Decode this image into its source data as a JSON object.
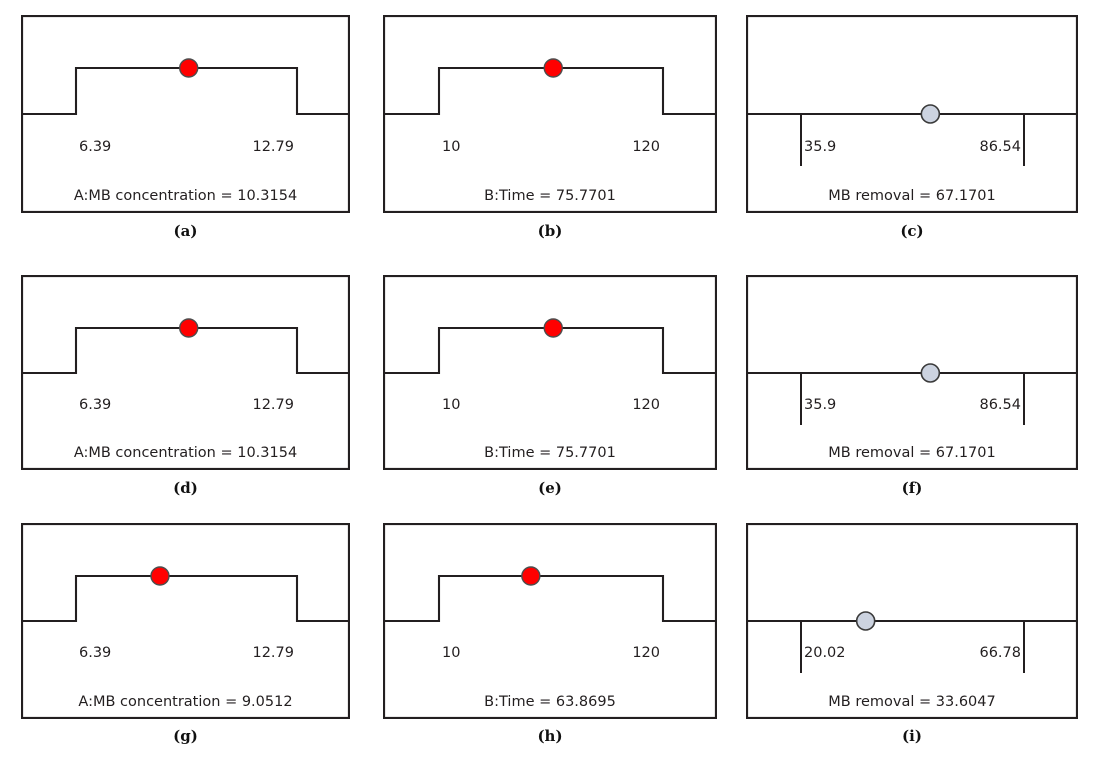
{
  "figure": {
    "title": "Desirability ramp plots for optimization of MB removal",
    "rows": 3,
    "cols": 3,
    "accent_red": "#ff0000",
    "accent_gray": "#ccd3e0",
    "line_color": "#231f20",
    "panel_border": "#231f20"
  },
  "captions": {
    "a": "(a)",
    "b": "(b)",
    "c": "(c)",
    "d": "(d)",
    "e": "(e)",
    "f": "(f)",
    "g": "(g)",
    "h": "(h)",
    "i": "(i)"
  },
  "panels": {
    "a": {
      "id": "a",
      "kind": "ramp-step",
      "marker": "red-dot",
      "marker_pos": 0.51,
      "low_label": "6.39",
      "high_label": "12.79",
      "main_label": "A:MB concentration  = 10.3154",
      "variable": "A:MB concentration",
      "value": "10.3154",
      "min": "6.39",
      "max": "12.79"
    },
    "b": {
      "id": "b",
      "kind": "ramp-step",
      "marker": "red-dot",
      "marker_pos": 0.51,
      "low_label": "10",
      "high_label": "120",
      "main_label": "B:Time = 75.7701",
      "variable": "B:Time",
      "value": "75.7701",
      "min": "10",
      "max": "120"
    },
    "c": {
      "id": "c",
      "kind": "response-flat",
      "marker": "gray-dot",
      "marker_pos": 0.58,
      "low_label": "35.9",
      "high_label": "86.54",
      "main_label": "MB removal = 67.1701",
      "variable": "MB removal",
      "value": "67.1701",
      "min": "35.9",
      "max": "86.54"
    },
    "d": {
      "id": "d",
      "kind": "ramp-step",
      "marker": "red-dot",
      "marker_pos": 0.51,
      "low_label": "6.39",
      "high_label": "12.79",
      "main_label": "A:MB concentration  = 10.3154",
      "variable": "A:MB concentration",
      "value": "10.3154",
      "min": "6.39",
      "max": "12.79"
    },
    "e": {
      "id": "e",
      "kind": "ramp-step",
      "marker": "red-dot",
      "marker_pos": 0.51,
      "low_label": "10",
      "high_label": "120",
      "main_label": "B:Time = 75.7701",
      "variable": "B:Time",
      "value": "75.7701",
      "min": "10",
      "max": "120"
    },
    "f": {
      "id": "f",
      "kind": "response-flat",
      "marker": "gray-dot",
      "marker_pos": 0.58,
      "low_label": "35.9",
      "high_label": "86.54",
      "main_label": "MB removal = 67.1701",
      "variable": "MB removal",
      "value": "67.1701",
      "min": "35.9",
      "max": "86.54"
    },
    "g": {
      "id": "g",
      "kind": "ramp-step",
      "marker": "red-dot",
      "marker_pos": 0.38,
      "low_label": "6.39",
      "high_label": "12.79",
      "main_label": "A:MB concentration  = 9.0512",
      "variable": "A:MB concentration",
      "value": "9.0512",
      "min": "6.39",
      "max": "12.79"
    },
    "h": {
      "id": "h",
      "kind": "ramp-step",
      "marker": "red-dot",
      "marker_pos": 0.41,
      "low_label": "10",
      "high_label": "120",
      "main_label": "B:Time = 63.8695",
      "variable": "B:Time",
      "value": "63.8695",
      "min": "10",
      "max": "120"
    },
    "i": {
      "id": "i",
      "kind": "response-flat",
      "marker": "gray-dot",
      "marker_pos": 0.29,
      "low_label": "20.02",
      "high_label": "66.78",
      "main_label": "MB removal = 33.6047",
      "variable": "MB removal",
      "value": "33.6047",
      "min": "20.02",
      "max": "66.78"
    }
  }
}
